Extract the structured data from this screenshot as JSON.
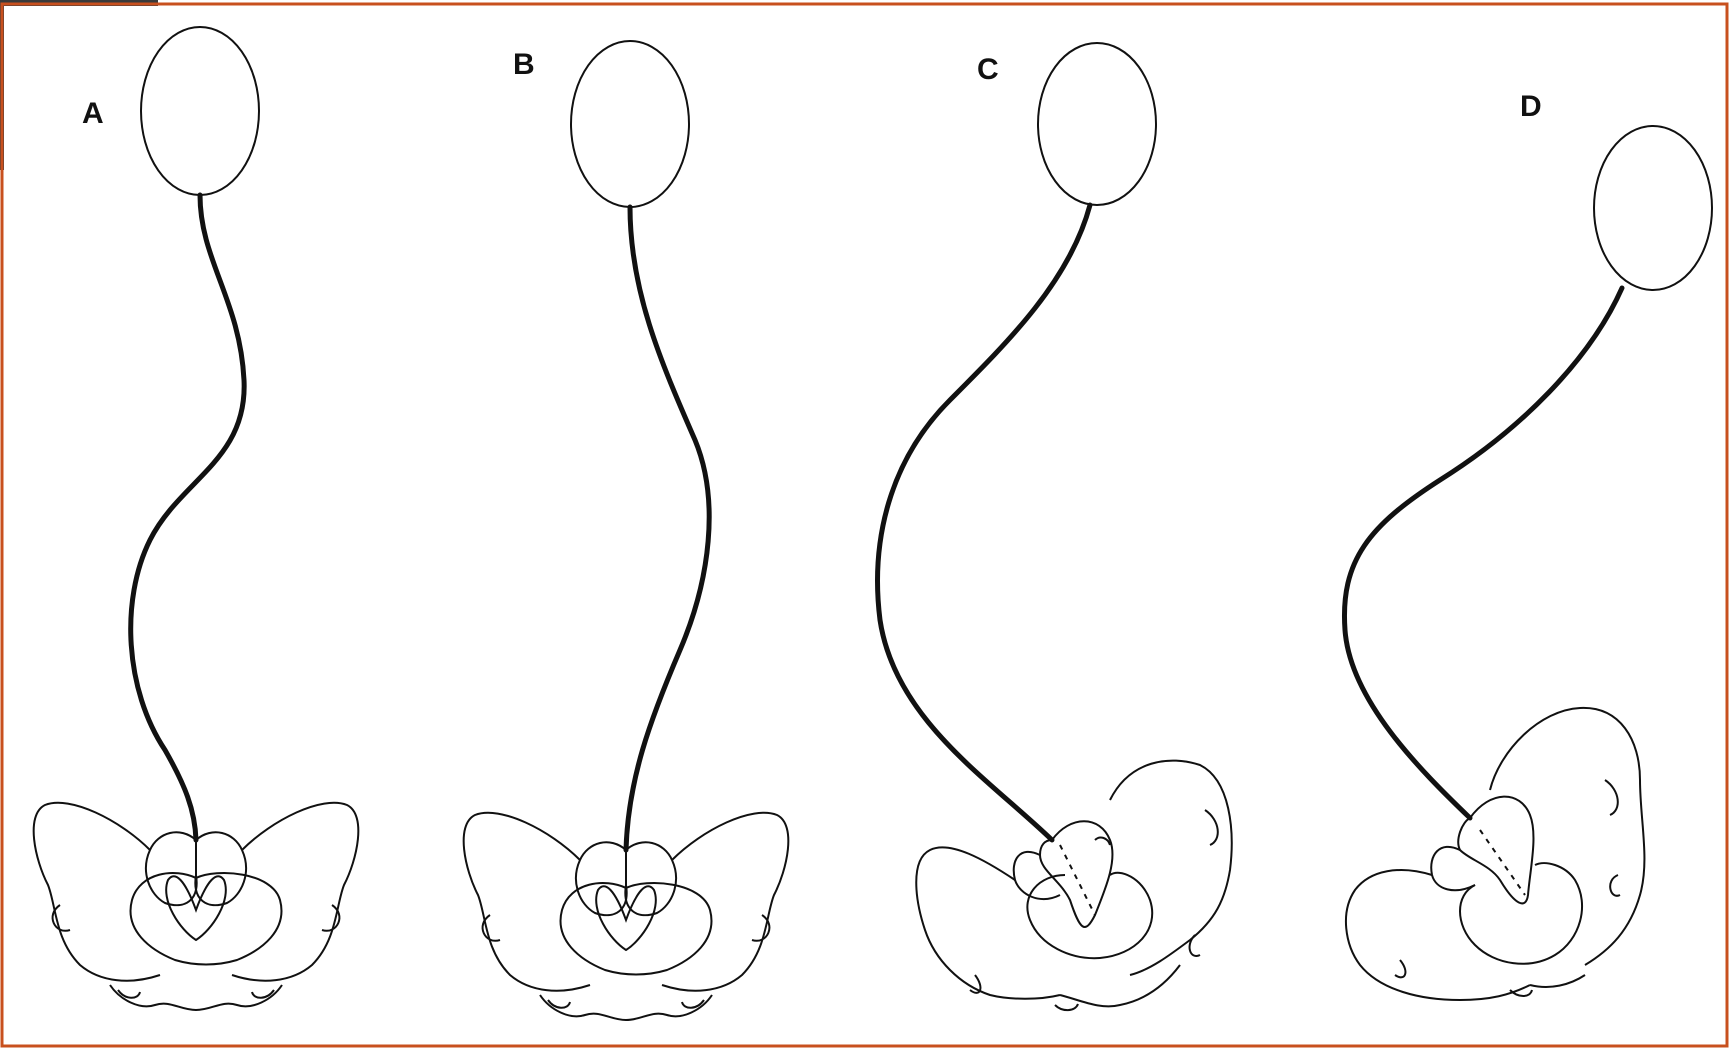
{
  "panels": [
    {
      "id": "a",
      "label": "A"
    },
    {
      "id": "b",
      "label": "B"
    },
    {
      "id": "c",
      "label": "C"
    },
    {
      "id": "d",
      "label": "D"
    }
  ],
  "colors": {
    "frame": "#c8501e",
    "ink": "#111111",
    "corner_tab": "#3a3a3a"
  }
}
